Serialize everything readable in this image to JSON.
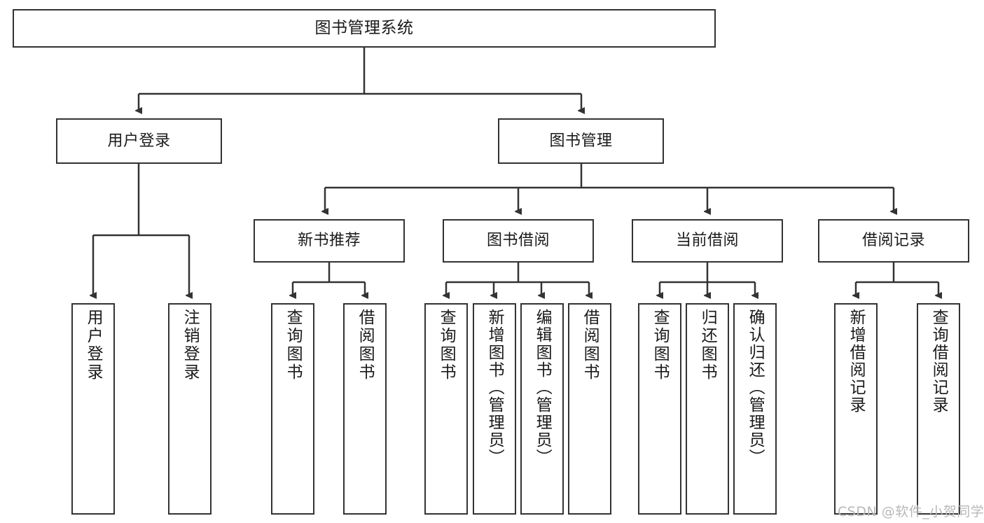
{
  "diagram": {
    "title": "图书管理系统",
    "type": "hierarchy-tree",
    "root": {
      "label": "图书管理系统"
    },
    "tier2": [
      {
        "label": "用户登录"
      },
      {
        "label": "图书管理"
      }
    ],
    "tier3": [
      {
        "label": "新书推荐"
      },
      {
        "label": "图书借阅"
      },
      {
        "label": "当前借阅"
      },
      {
        "label": "借阅记录"
      }
    ],
    "leaves": {
      "user_login": [
        {
          "label": "用户登录"
        },
        {
          "label": "注销登录"
        }
      ],
      "new_book_recommend": [
        {
          "label": "查询图书"
        },
        {
          "label": "借阅图书"
        }
      ],
      "book_borrow": [
        {
          "label": "查询图书"
        },
        {
          "label": "新增图书（管理员）"
        },
        {
          "label": "编辑图书（管理员）"
        },
        {
          "label": "借阅图书"
        }
      ],
      "current_borrow": [
        {
          "label": "查询图书"
        },
        {
          "label": "归还图书"
        },
        {
          "label": "确认归还（管理员）"
        }
      ],
      "borrow_record": [
        {
          "label": "新增借阅记录"
        },
        {
          "label": "查询借阅记录"
        }
      ]
    }
  },
  "watermark": {
    "text": "CSDN @软件_小贺同学"
  },
  "colors": {
    "border": "#333333",
    "text": "#1a1a1a",
    "background": "#ffffff",
    "watermark": "#b8b8b8"
  }
}
